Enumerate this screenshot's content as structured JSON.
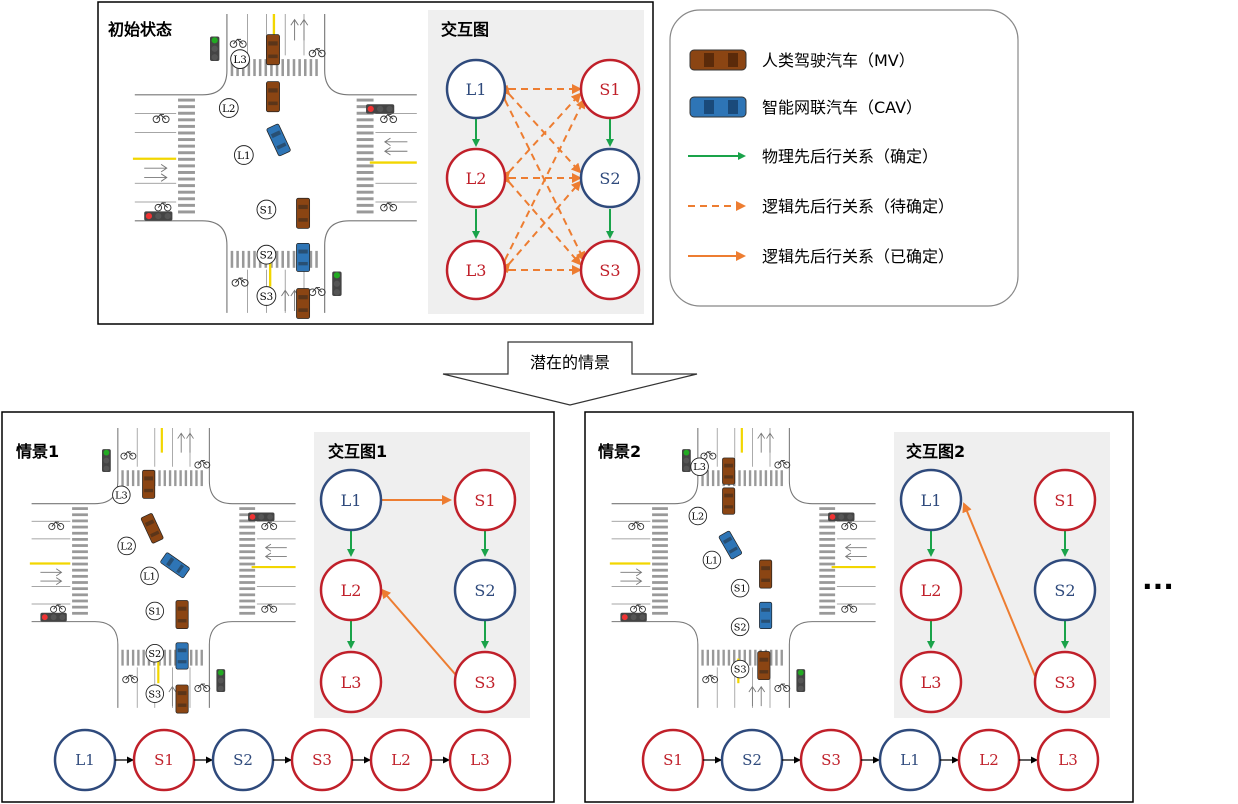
{
  "colors": {
    "red": "#c0202a",
    "blue": "#2f4a7c",
    "green": "#1aa34a",
    "orange": "#ed7d31",
    "mv": "#8b4513",
    "cav": "#2e75b6",
    "panel": "#efefef"
  },
  "top": {
    "scene_title": "初始状态",
    "graph_title": "交互图",
    "nodes": {
      "L1": "L1",
      "L2": "L2",
      "L3": "L3",
      "S1": "S1",
      "S2": "S2",
      "S3": "S3"
    }
  },
  "legend": {
    "mv": "人类驾驶汽车（MV）",
    "cav": "智能网联汽车（CAV）",
    "physical": "物理先后行关系（确定）",
    "logical_pending": "逻辑先后行关系（待确定）",
    "logical_confirmed": "逻辑先后行关系（已确定）"
  },
  "arrow_label": "潜在的情景",
  "scenario1": {
    "scene_title": "情景1",
    "graph_title": "交互图1",
    "sequence": [
      "L1",
      "S1",
      "S2",
      "S3",
      "L2",
      "L3"
    ]
  },
  "scenario2": {
    "scene_title": "情景2",
    "graph_title": "交互图2",
    "sequence": [
      "S1",
      "S2",
      "S3",
      "L1",
      "L2",
      "L3"
    ]
  },
  "ellipsis": "···"
}
